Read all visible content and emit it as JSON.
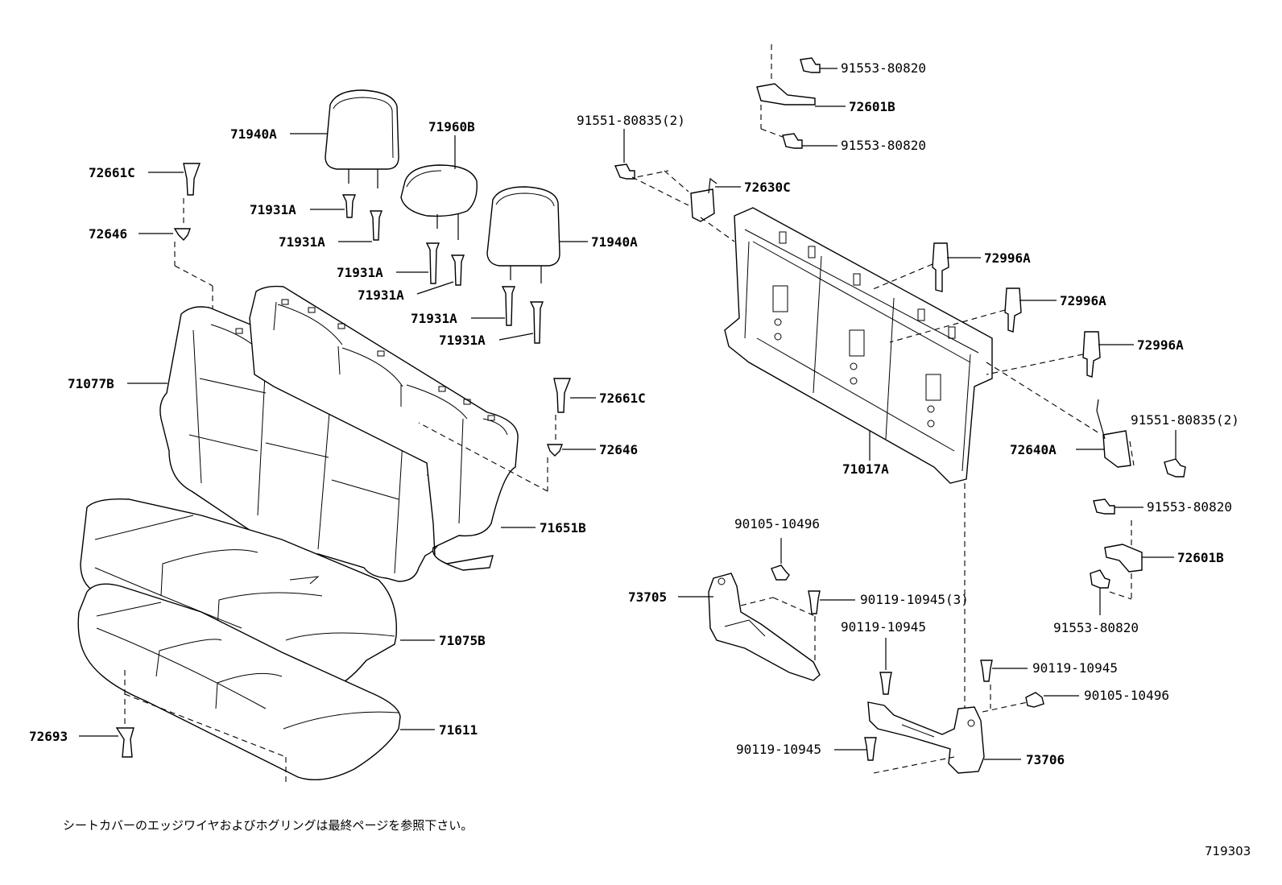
{
  "labels": {
    "l71940a_1": "71940A",
    "l71960b": "71960B",
    "l72661c_1": "72661C",
    "l72646_1": "72646",
    "l71931a_1": "71931A",
    "l71931a_2": "71931A",
    "l71931a_3": "71931A",
    "l71931a_4": "71931A",
    "l71931a_5": "71931A",
    "l71931a_6": "71931A",
    "l71940a_2": "71940A",
    "l71077b": "71077B",
    "l72661c_2": "72661C",
    "l72646_2": "72646",
    "l71651b": "71651B",
    "l71075b": "71075B",
    "l71611": "71611",
    "l72693": "72693",
    "l91551_1": "91551-80835(2)",
    "l91553_1": "91553-80820",
    "l72601b_1": "72601B",
    "l91553_2": "91553-80820",
    "l72630c": "72630C",
    "l72996a_1": "72996A",
    "l72996a_2": "72996A",
    "l72996a_3": "72996A",
    "l91551_2": "91551-80835(2)",
    "l72640a": "72640A",
    "l71017a": "71017A",
    "l91553_3": "91553-80820",
    "l72601b_2": "72601B",
    "l91553_4": "91553-80820",
    "l90105_1": "90105-10496",
    "l73705": "73705",
    "l90119_1": "90119-10945(3)",
    "l90119_2": "90119-10945",
    "l90119_3": "90119-10945",
    "l90105_2": "90105-10496",
    "l90119_4": "90119-10945",
    "l73706": "73706"
  },
  "note": "シートカバーのエッジワイヤおよびホグリングは最終ページを参照下さい。",
  "figure_number": "719303"
}
